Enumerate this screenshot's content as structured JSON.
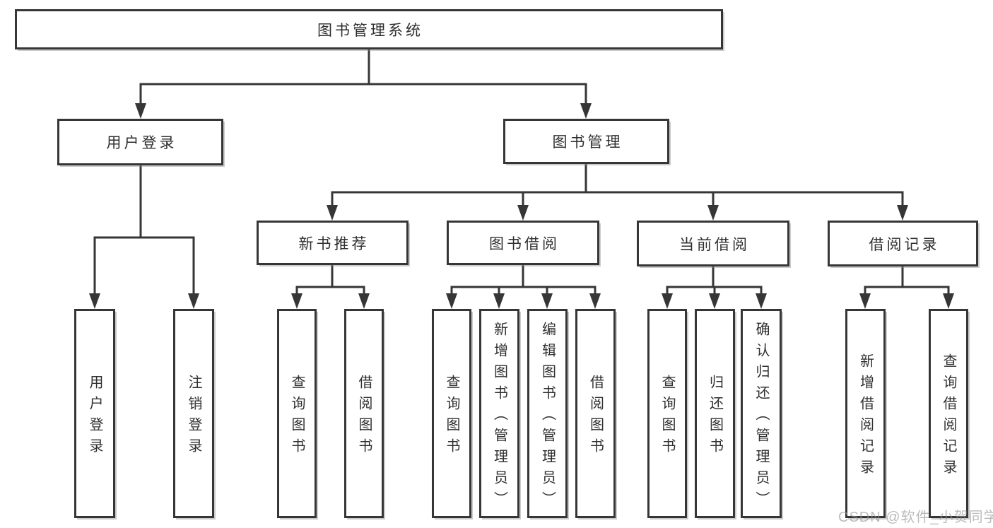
{
  "diagram": {
    "root": {
      "label": "图书管理系统"
    },
    "branches": [
      {
        "label": "用户登录",
        "children": [
          {
            "label": "用户登录"
          },
          {
            "label": "注销登录"
          }
        ]
      },
      {
        "label": "图书管理",
        "children": [
          {
            "label": "新书推荐",
            "children": [
              {
                "label": "查询图书"
              },
              {
                "label": "借阅图书"
              }
            ]
          },
          {
            "label": "图书借阅",
            "children": [
              {
                "label": "查询图书"
              },
              {
                "label": "新增图书（管理员）"
              },
              {
                "label": "编辑图书（管理员）"
              },
              {
                "label": "借阅图书"
              }
            ]
          },
          {
            "label": "当前借阅",
            "children": [
              {
                "label": "查询图书"
              },
              {
                "label": "归还图书"
              },
              {
                "label": "确认归还（管理员）"
              }
            ]
          },
          {
            "label": "借阅记录",
            "children": [
              {
                "label": "新增借阅记录"
              },
              {
                "label": "查询借阅记录"
              }
            ]
          }
        ]
      }
    ]
  },
  "watermark": {
    "text": "CSDN @软件_小贺同学"
  },
  "colors": {
    "line": "#363636",
    "box_background": "#ffffff",
    "text": "#2f2f2f",
    "watermark": "#969696"
  }
}
